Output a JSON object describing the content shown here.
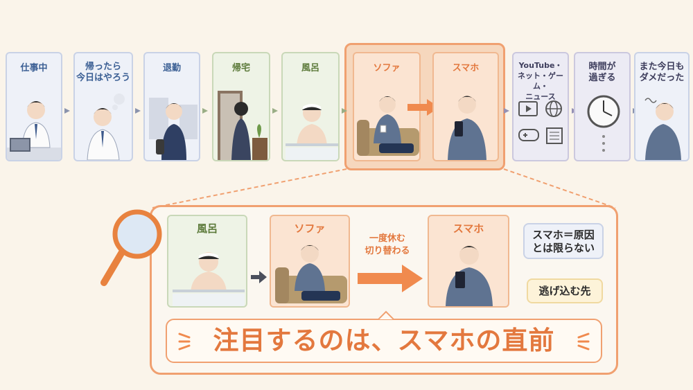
{
  "flow": {
    "steps": [
      {
        "label": "仕事中"
      },
      {
        "label": "帰ったら\n今日はやろう"
      },
      {
        "label": "退勤"
      },
      {
        "label": "帰宅"
      },
      {
        "label": "風呂"
      },
      {
        "label": "ソファ"
      },
      {
        "label": "スマホ"
      },
      {
        "label": "YouTube・\nネット・ゲーム・\nニュース"
      },
      {
        "label": "時間が\n過ぎる"
      },
      {
        "label": "また今日も\nダメだった"
      }
    ]
  },
  "zoom": {
    "steps": [
      {
        "label": "風呂"
      },
      {
        "label": "ソファ"
      },
      {
        "label": "スマホ"
      }
    ],
    "transition_label": "一度休む\n切り替わる",
    "note_cause": "スマホ＝原因\nとは限らない",
    "note_escape": "逃げ込む先",
    "headline": "注目するのは、スマホの直前"
  },
  "colors": {
    "accent": "#e3783e",
    "blue_card": "#eef1f8",
    "green_card": "#eef3e6",
    "orange_card": "#fbe4d2",
    "purple_card": "#ecebf4"
  }
}
